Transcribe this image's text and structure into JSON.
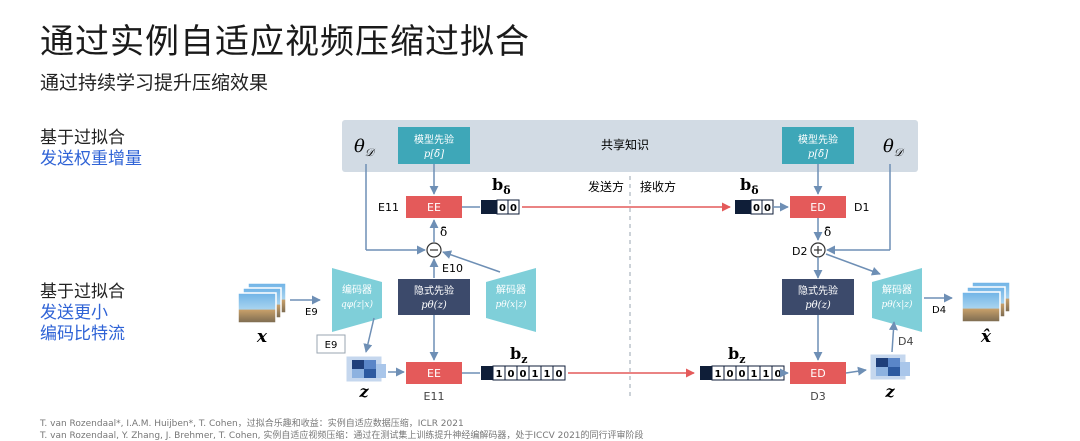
{
  "header": {
    "title": "通过实例自适应视频压缩过拟合",
    "subtitle": "通过持续学习提升压缩效果"
  },
  "side_labels": {
    "group1": {
      "black": "基于过拟合",
      "blue": "发送权重增量"
    },
    "group2": {
      "black": "基于过拟合",
      "blue1": "发送更小",
      "blue2": "编码比特流"
    }
  },
  "diagram": {
    "shared_knowledge": "共享知识",
    "theta_left": "θ",
    "theta_right": "θ",
    "theta_sub": "𝒟",
    "model_prior": {
      "title": "模型先验",
      "formula": "p[δ̄]"
    },
    "ee_label": "EE",
    "ed_label": "ED",
    "b_delta": "b",
    "b_delta_sub": "δ̄",
    "b_z": "b",
    "b_z_sub": "z",
    "bits_short": [
      "0",
      "0"
    ],
    "bits_long": [
      "1",
      "0",
      "0",
      "1",
      "1",
      "0"
    ],
    "sender": "发送方",
    "receiver": "接收方",
    "delta": "δ̄",
    "labels": {
      "e11": "E11",
      "e10": "E10",
      "e9": "E9",
      "e9_box": "E9",
      "e11_bottom": "E11",
      "d1": "D1",
      "d2": "D2",
      "d3": "D3",
      "d4": "D4",
      "d4_right": "D4"
    },
    "encoder": {
      "title": "编码器",
      "formula": "qφ(z|x)"
    },
    "decoder": {
      "title": "解码器",
      "formula": "pθ(x|z)"
    },
    "latent_prior": {
      "title": "隐式先验",
      "formula": "pθ(z)"
    },
    "x_label": "x",
    "x_hat_label": "x̂",
    "z_label": "z",
    "ominus": "⊖",
    "oplus": "⊕"
  },
  "colors": {
    "teal": "#3ea7b8",
    "teal_light": "#7fcfd9",
    "red": "#e45a5a",
    "navy": "#3c4a6b",
    "panel": "#d2dbe4",
    "blue_text": "#2f63d6",
    "arrow": "#6e8fb5"
  },
  "footnotes": [
    "T. van Rozendaal*, I.A.M. Huijben*, T. Cohen，过拟合乐趣和收益：实例自适应数据压缩，ICLR 2021",
    "T. van Rozendaal, Y. Zhang, J. Brehmer, T. Cohen, 实例自适应视频压缩：通过在测试集上训练提升神经编解码器，处于ICCV 2021的同行评审阶段"
  ]
}
